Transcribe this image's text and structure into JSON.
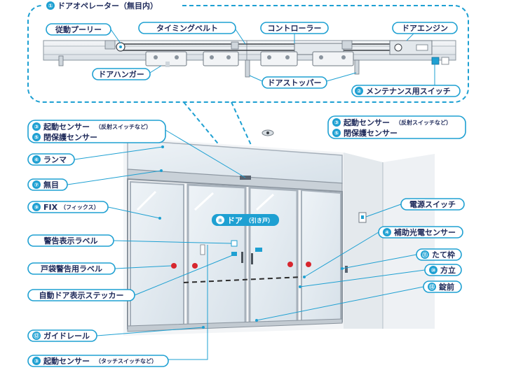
{
  "colors": {
    "accent": "#1ea0d2",
    "label_border": "#1ea0d2",
    "label_text": "#1e2a5a",
    "badge": "#1ea0d2",
    "glass": "#dfe8ef",
    "frame": "#a7b1bb",
    "wall": "#eef1f4",
    "sticker_red": "#d7262e"
  },
  "operator": {
    "title": "ドアオペレーター（無目内）",
    "title_badge": "①",
    "labels": [
      {
        "id": "follower-pulley",
        "text": "従動プーリー"
      },
      {
        "id": "timing-belt",
        "text": "タイミングベルト"
      },
      {
        "id": "controller",
        "text": "コントローラー"
      },
      {
        "id": "door-engine",
        "text": "ドアエンジン"
      },
      {
        "id": "door-hanger",
        "text": "ドアハンガー"
      },
      {
        "id": "door-stopper",
        "text": "ドアストッパー"
      },
      {
        "id": "maintenance-switch",
        "badge": "②",
        "text": "メンテナンス用スイッチ"
      }
    ]
  },
  "left_labels": [
    {
      "id": "start-sensor-left",
      "badge": "③",
      "text": "起動センサー",
      "sub": "（反射スイッチなど）"
    },
    {
      "id": "close-protect-left",
      "badge": "⑤",
      "text": "閉保護センサー"
    },
    {
      "id": "transom",
      "badge": "⑥",
      "text": "ランマ"
    },
    {
      "id": "mullion",
      "badge": "⑦",
      "text": "無目"
    },
    {
      "id": "fix",
      "badge": "⑨",
      "text": "FIX",
      "sub": "（フィックス）"
    },
    {
      "id": "warning-label",
      "text": "警告表示ラベル"
    },
    {
      "id": "pocket-warning-label",
      "text": "戸袋警告用ラベル"
    },
    {
      "id": "auto-door-sticker",
      "text": "自動ドア表示ステッカー"
    },
    {
      "id": "guide-rail",
      "badge": "⑫",
      "text": "ガイドレール"
    },
    {
      "id": "start-sensor-touch",
      "badge": "③",
      "text": "起動センサー",
      "sub": "（タッチスイッチなど）"
    }
  ],
  "right_labels": [
    {
      "id": "start-sensor-right",
      "badge": "③",
      "text": "起動センサー",
      "sub": "（反射スイッチなど）"
    },
    {
      "id": "close-protect-right",
      "badge": "⑤",
      "text": "閉保護センサー"
    },
    {
      "id": "power-switch",
      "text": "電源スイッチ"
    },
    {
      "id": "aux-photo-sensor",
      "badge": "④",
      "text": "補助光電センサー"
    },
    {
      "id": "vertical-frame",
      "badge": "⑪",
      "text": "たて枠"
    },
    {
      "id": "frame-post",
      "badge": "⑩",
      "text": "方立"
    },
    {
      "id": "lock",
      "badge": "⑬",
      "text": "錠前"
    }
  ],
  "door_label": {
    "badge": "⑧",
    "text": "ドア",
    "sub": "（引き戸）"
  }
}
